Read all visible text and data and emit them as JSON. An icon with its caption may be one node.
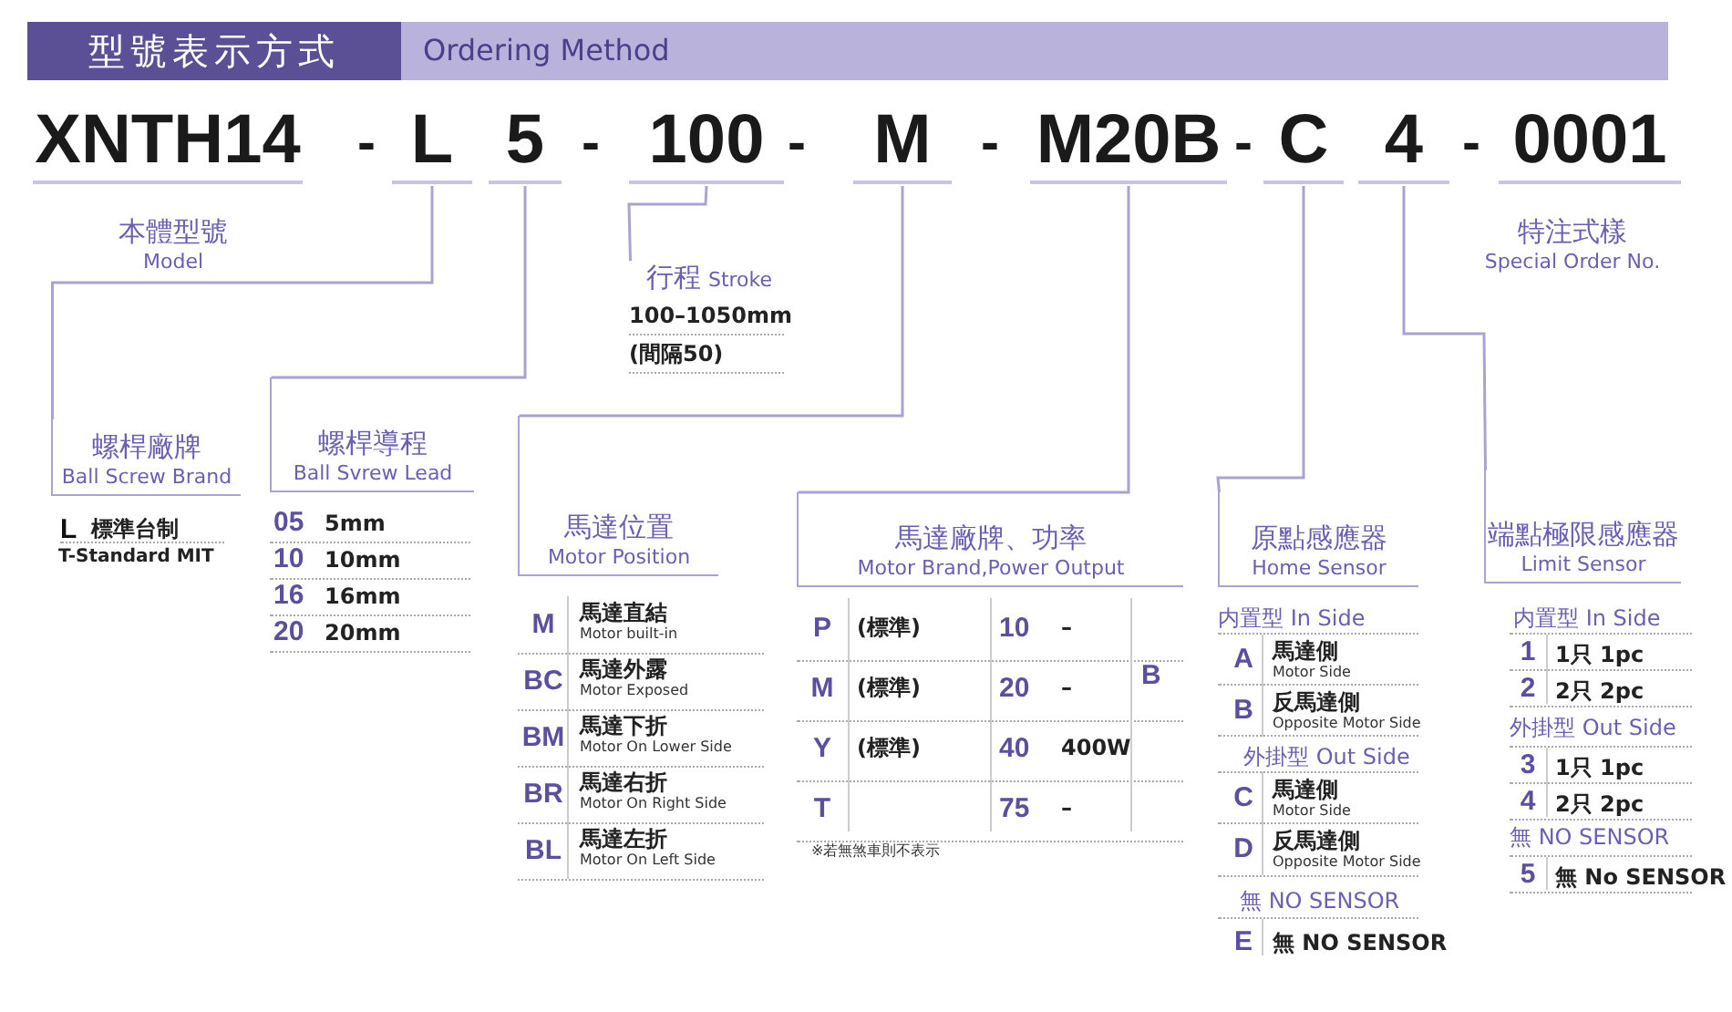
{
  "diagram": {
    "title": "型號表示方式",
    "nodes": [
      {
        "text": [
          "XNTH14"
        ]
      },
      {
        "text": [
          "L"
        ]
      },
      {
        "text": [
          "5"
        ]
      },
      {
        "text": [
          "100"
        ]
      },
      {
        "text": [
          "M"
        ]
      },
      {
        "text": [
          "M20B"
        ]
      },
      {
        "text": [
          "C"
        ]
      },
      {
        "text": [
          "4"
        ]
      },
      {
        "text": [
          "0001"
        ]
      },
      {
        "text": [
          "本體型號",
          "Model"
        ]
      },
      {
        "text": [
          "行程",
          "Stroke"
        ]
      },
      {
        "text": [
          "特注式樣",
          "Special Order No."
        ]
      },
      {
        "text": [
          "螺桿廠牌",
          "Ball Screw Brand"
        ]
      },
      {
        "text": [
          "螺桿導程",
          "Ball Svrew Lead"
        ]
      },
      {
        "text": [
          "馬達位置",
          "Motor Position"
        ]
      },
      {
        "text": [
          "馬達廠牌、功率",
          "Motor Brand,Power Output"
        ]
      },
      {
        "text": [
          "原點感應器",
          "Home Sensor"
        ]
      },
      {
        "text": [
          "端點極限感應器",
          "Limit Sensor"
        ]
      }
    ],
    "edges": [
      {
        "from": 1,
        "to": 12,
        "arrow": "none"
      },
      {
        "from": 2,
        "to": 13,
        "arrow": "none"
      },
      {
        "from": 3,
        "to": 10,
        "arrow": "none"
      },
      {
        "from": 4,
        "to": 14,
        "arrow": "none"
      },
      {
        "from": 5,
        "to": 15,
        "arrow": "none"
      },
      {
        "from": 6,
        "to": 16,
        "arrow": "none"
      },
      {
        "from": 7,
        "to": 17,
        "arrow": "none"
      }
    ],
    "labels": [
      "Ordering Method",
      "-",
      "-",
      "-",
      "-",
      "-",
      "-",
      "L",
      "標準台制",
      "T-Standard MIT",
      "05",
      "5mm",
      "10",
      "10mm",
      "16",
      "16mm",
      "20",
      "20mm",
      "100–1050mm",
      "(間隔50)",
      "M",
      "馬達直結",
      "Motor built-in",
      "BC",
      "馬達外露",
      "Motor Exposed",
      "BM",
      "馬達下折",
      "Motor On Lower Side",
      "BR",
      "馬達右折",
      "Motor On Right Side",
      "BL",
      "馬達左折",
      "Motor On Left Side",
      "P",
      "(標準)",
      "10",
      "–",
      "M",
      "(標準)",
      "20",
      "–",
      "B",
      "Y",
      "(標準)",
      "40",
      "400W",
      "T",
      "75",
      "–",
      "※若無煞車則不表示",
      "内置型 In Side",
      "A",
      "馬達側",
      "Motor Side",
      "B",
      "反馬達側",
      "Opposite Motor Side",
      "外掛型 Out Side",
      "C",
      "馬達側",
      "Motor Side",
      "D",
      "反馬達側",
      "Opposite Motor Side",
      "無 NO SENSOR",
      "E",
      "無 NO SENSOR",
      "内置型 In Side",
      "1",
      "1只 1pc",
      "2",
      "2只 2pc",
      "外掛型 Out Side",
      "3",
      "1只 1pc",
      "4",
      "2只 2pc",
      "無 NO SENSOR",
      "5",
      "無 No SENSOR"
    ]
  }
}
